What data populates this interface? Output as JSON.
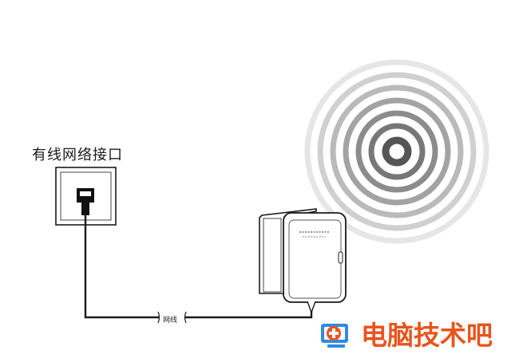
{
  "labels": {
    "wired_port": "有线网络接口",
    "cable": "网线"
  },
  "watermark": {
    "text": "电脑技术吧",
    "color": "#e8541e",
    "icon": "computer-monitor-plus-icon"
  },
  "colors": {
    "line": "#1a1a1a",
    "rings": "#d9d9d9"
  },
  "icons": [
    "wall-socket-icon",
    "rj45-port-icon",
    "wireless-router-icon",
    "wifi-signal-waves-icon"
  ]
}
